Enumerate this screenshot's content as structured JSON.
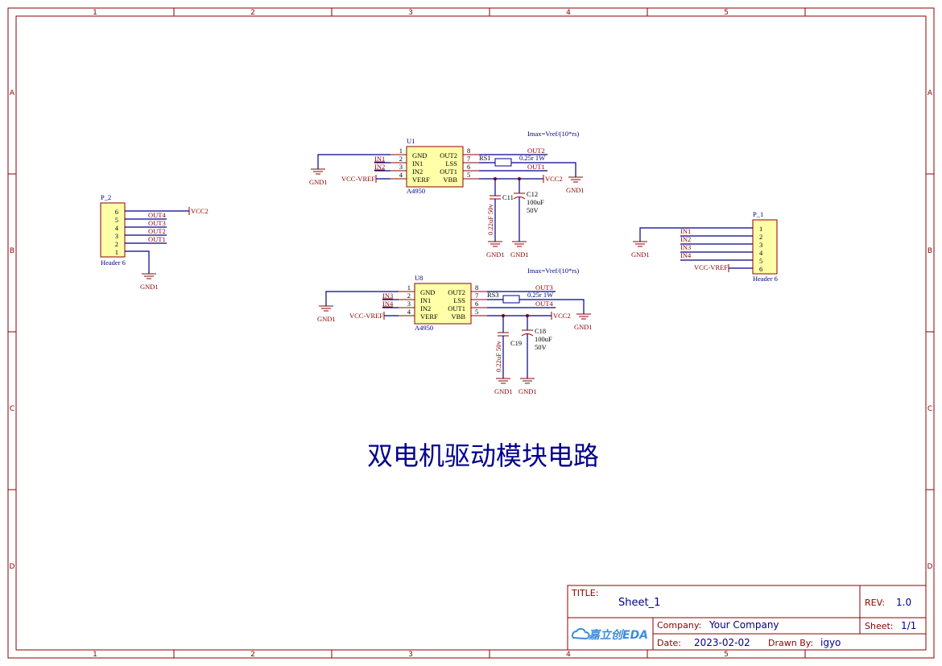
{
  "grid": {
    "columns": [
      "1",
      "2",
      "3",
      "4",
      "5"
    ],
    "rows": [
      "A",
      "B",
      "C",
      "D"
    ]
  },
  "diagram_title": "双电机驱动模块电路",
  "title_block": {
    "title_label": "TITLE:",
    "title_value": "Sheet_1",
    "rev_label": "REV:",
    "rev_value": "1.0",
    "company_label": "Company:",
    "company_value": "Your Company",
    "sheet_label": "Sheet:",
    "sheet_value": "1/1",
    "date_label": "Date:",
    "date_value": "2023-02-02",
    "drawn_label": "Drawn By:",
    "drawn_value": "igyo",
    "logo_text": "嘉立创EDA"
  },
  "u1": {
    "designator": "U1",
    "part": "A4950",
    "left_pins": [
      {
        "num": "1",
        "name": "GND"
      },
      {
        "num": "2",
        "name": "IN1"
      },
      {
        "num": "3",
        "name": "IN2"
      },
      {
        "num": "4",
        "name": "VERF"
      }
    ],
    "right_pins": [
      {
        "num": "8",
        "name": "OUT2"
      },
      {
        "num": "7",
        "name": "LSS"
      },
      {
        "num": "6",
        "name": "OUT1"
      },
      {
        "num": "5",
        "name": "VBB"
      }
    ],
    "note": "Imax=Vref/(10*rs)",
    "net_in1": "IN1",
    "net_in2": "IN2",
    "vref": "VCC-VREF",
    "gnd_left": "GND1",
    "gnd_right": "GND1",
    "gnd_cap_a": "GND1",
    "gnd_cap_b": "GND1",
    "rs": "RS1",
    "rs_value": "0.25r 1W",
    "net_out_a": "OUT1",
    "net_out_b": "OUT2",
    "vcc": "VCC2",
    "cap_small_value": "0.22uF 50v",
    "cap_small": "C11",
    "cap_big": "C12",
    "cap_big_value": "100uF",
    "cap_big_voltage": "50V"
  },
  "u8": {
    "designator": "U8",
    "part": "A4950",
    "left_pins": [
      {
        "num": "1",
        "name": "GND"
      },
      {
        "num": "2",
        "name": "IN1"
      },
      {
        "num": "3",
        "name": "IN2"
      },
      {
        "num": "4",
        "name": "VERF"
      }
    ],
    "right_pins": [
      {
        "num": "8",
        "name": "OUT2"
      },
      {
        "num": "7",
        "name": "LSS"
      },
      {
        "num": "6",
        "name": "OUT1"
      },
      {
        "num": "5",
        "name": "VBB"
      }
    ],
    "note": "Imax=Vref/(10*rs)",
    "net_in1": "IN3",
    "net_in2": "IN4",
    "vref": "VCC-VREF",
    "gnd_left": "GND1",
    "gnd_right": "GND1",
    "gnd_cap_a": "GND1",
    "gnd_cap_b": "GND1",
    "rs": "RS3",
    "rs_value": "0.25r 1W",
    "net_out_a": "OUT3",
    "net_out_b": "OUT4",
    "vcc": "VCC2",
    "cap_small_value": "0.22uF 50v",
    "cap_small": "C19",
    "cap_big": "C18",
    "cap_big_value": "100uF",
    "cap_big_voltage": "50V"
  },
  "p2": {
    "designator": "P_2",
    "part": "Header 6",
    "pins": [
      "6",
      "5",
      "4",
      "3",
      "2",
      "1"
    ],
    "nets": [
      "OUT4",
      "OUT3",
      "OUT2",
      "OUT1"
    ],
    "vcc": "VCC2",
    "gnd": "GND1"
  },
  "p1": {
    "designator": "P_1",
    "part": "Header 6",
    "pins": [
      "1",
      "2",
      "3",
      "4",
      "5",
      "6"
    ],
    "nets": [
      "IN1",
      "IN2",
      "IN3",
      "IN4"
    ],
    "vref": "VCC-VREF",
    "gnd": "GND1"
  }
}
